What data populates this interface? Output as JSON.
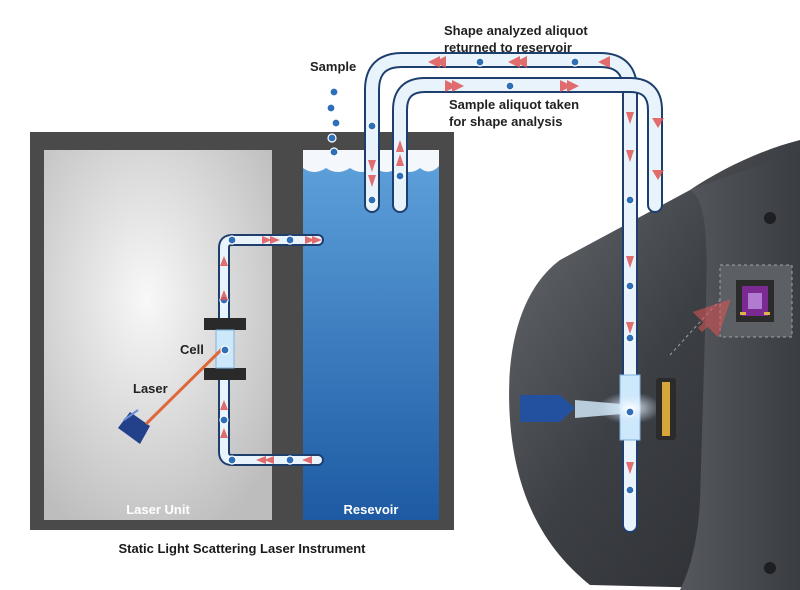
{
  "labels": {
    "sample": "Sample",
    "returned_line1": "Shape analyzed aliquot",
    "returned_line2": "returned to reservoir",
    "taken_line1": "Sample aliquot taken",
    "taken_line2": "for shape analysis",
    "cell": "Cell",
    "laser": "Laser",
    "laser_unit": "Laser Unit",
    "reservoir": "Resevoir",
    "caption": "Static Light Scattering Laser Instrument"
  },
  "colors": {
    "housing": "#4a4a4a",
    "laser_unit_panel": "#dcdcdc",
    "reservoir_top": "#5b9ad6",
    "reservoir_bottom": "#1f5fa8",
    "tube": "#e8f3fb",
    "tube_outline": "#1e3f6e",
    "bead": "#2e6fb8",
    "flow_arrow": "#e05555",
    "laser_beam": "#e0673a",
    "device_body": "#3a3c40",
    "sensor_chip": "#7a2a90"
  },
  "icons": {
    "laser_emitter": "laser-emitter-icon",
    "detector": "detector-icon",
    "sensor_chip": "sensor-chip-icon",
    "light_source": "light-source-icon"
  }
}
